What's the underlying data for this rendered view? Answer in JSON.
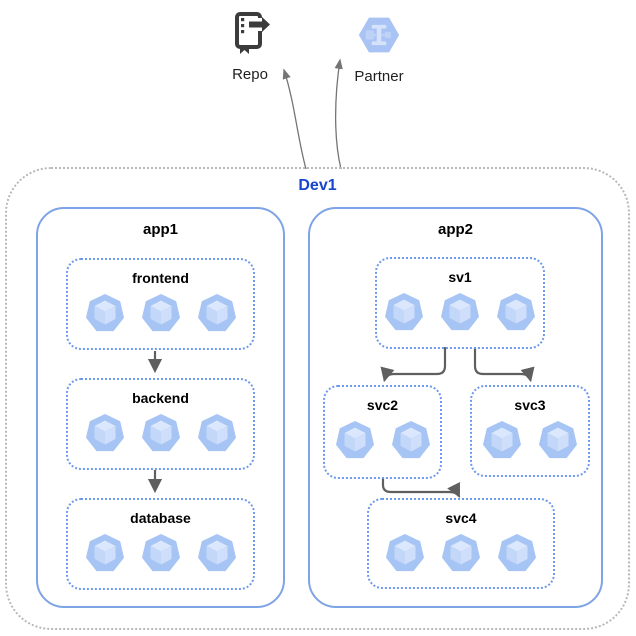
{
  "external_nodes": [
    {
      "id": "repo",
      "label": "Repo",
      "icon": "source-repository-icon"
    },
    {
      "id": "partner",
      "label": "Partner",
      "icon": "partner-hexagon-icon"
    }
  ],
  "boundary": {
    "label": "Dev1"
  },
  "apps": [
    {
      "label": "app1",
      "services": [
        {
          "label": "frontend",
          "pods": 3
        },
        {
          "label": "backend",
          "pods": 3
        },
        {
          "label": "database",
          "pods": 3
        }
      ]
    },
    {
      "label": "app2",
      "services": [
        {
          "label": "sv1",
          "pods": 3
        },
        {
          "label": "svc2",
          "pods": 2
        },
        {
          "label": "svc3",
          "pods": 2
        },
        {
          "label": "svc4",
          "pods": 3
        }
      ]
    }
  ],
  "edges": [
    {
      "from": "frontend",
      "to": "backend"
    },
    {
      "from": "backend",
      "to": "database"
    },
    {
      "from": "sv1",
      "to": "svc2"
    },
    {
      "from": "sv1",
      "to": "svc3"
    },
    {
      "from": "svc2",
      "to": "svc4"
    },
    {
      "from": "Dev1",
      "to": "Repo"
    },
    {
      "from": "Dev1",
      "to": "Partner"
    }
  ],
  "colors": {
    "boundary_label": "#1745cf",
    "app_border": "#7ea4e6",
    "service_border": "#6d99ee",
    "outer_border": "#b8b8b8",
    "arrow": "#5f5f5f",
    "thin_arrow": "#757575",
    "pod_fill": "#a6c4f4",
    "pod_top": "#dbe7fc",
    "pod_left": "#c3d7f9",
    "pod_right": "#cfdffb",
    "partner_hex": "#a9c3f5",
    "partner_glyph": "#d4e2fb",
    "partner_glyph2": "#bed1f7",
    "repo_icon": "#3c3c3c"
  }
}
